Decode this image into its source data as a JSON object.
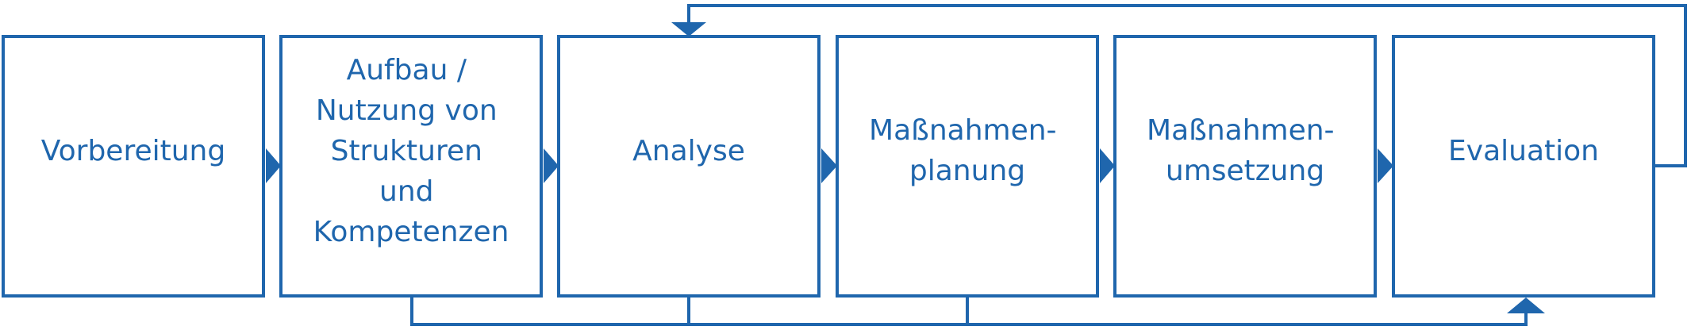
{
  "colors": {
    "stroke": "#1f66ad",
    "text": "#1f66ad",
    "box_fill": "#ffffff",
    "background": "#ffffff"
  },
  "steps": [
    {
      "id": "vorbereitung",
      "lines": [
        "Vorbereitung"
      ]
    },
    {
      "id": "aufbau",
      "lines": [
        "Aufbau /",
        "Nutzung von",
        "Strukturen",
        "und",
        "Kompetenzen"
      ]
    },
    {
      "id": "analyse",
      "lines": [
        "Analyse"
      ]
    },
    {
      "id": "massnahmenplanung",
      "lines": [
        "Maßnahmen-",
        "planung"
      ]
    },
    {
      "id": "massnahmenumsetzung",
      "lines": [
        "Maßnahmen-",
        "umsetzung"
      ]
    },
    {
      "id": "evaluation",
      "lines": [
        "Evaluation"
      ]
    }
  ]
}
